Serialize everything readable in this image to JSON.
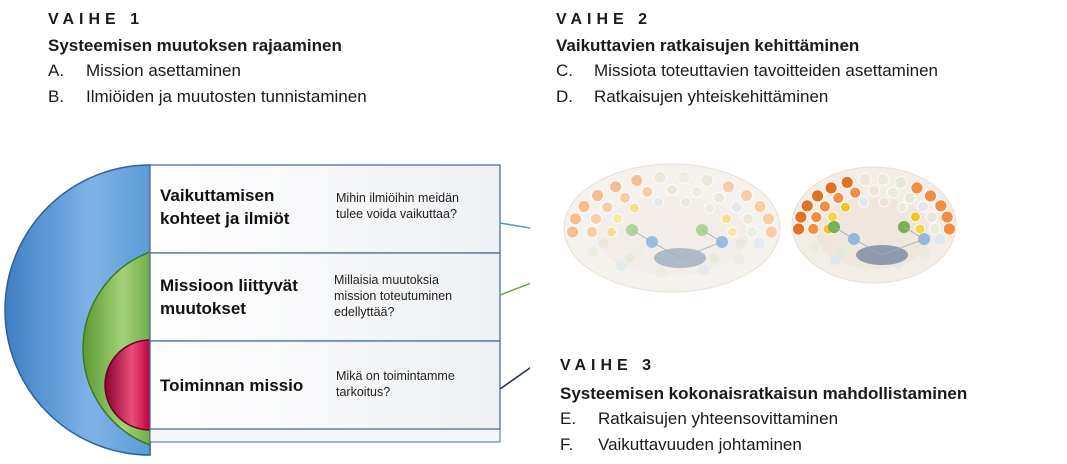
{
  "phase1": {
    "label": "VAIHE 1",
    "title": "Systeemisen muutoksen rajaaminen",
    "items": [
      {
        "letter": "A.",
        "text": "Mission asettaminen"
      },
      {
        "letter": "B.",
        "text": "Ilmiöiden ja muutosten tunnistaminen"
      }
    ]
  },
  "phase2": {
    "label": "VAIHE 2",
    "title": "Vaikuttavien ratkaisujen kehittäminen",
    "items": [
      {
        "letter": "C.",
        "text": "Missiota toteuttavien tavoitteiden asettaminen"
      },
      {
        "letter": "D.",
        "text": "Ratkaisujen yhteiskehittäminen"
      }
    ]
  },
  "phase3": {
    "label": "VAIHE 3",
    "title": "Systeemisen kokonaisratkaisun mahdollistaminen",
    "items": [
      {
        "letter": "E.",
        "text": "Ratkaisujen yhteensovittaminen"
      },
      {
        "letter": "F.",
        "text": "Vaikuttavuuden johtaminen"
      }
    ]
  },
  "rows": [
    {
      "title_line1": "Vaikuttamisen",
      "title_line2": "kohteet ja ilmiöt",
      "q_line1": "Mihin ilmiöihin meidän",
      "q_line2": "tulee voida vaikuttaa?",
      "q_line3": ""
    },
    {
      "title_line1": "Missioon liittyvät",
      "title_line2": "muutokset",
      "q_line1": "Millaisia muutoksia",
      "q_line2": "mission toteutuminen",
      "q_line3": "edellyttää?"
    },
    {
      "title_line1": "Toiminnan missio",
      "title_line2": "",
      "q_line1": "Mikä on toimintamme",
      "q_line2": "tarkoitus?",
      "q_line3": ""
    }
  ],
  "colors": {
    "outer_ring": "#5b9bd5",
    "middle_ring": "#70ad47",
    "inner_ring": "#c00040",
    "box_border": "#4a6fa5",
    "arrow_blue": "#5b8fd0",
    "arrow_green": "#6aaa3a",
    "arrow_navy": "#1f2e6b"
  }
}
